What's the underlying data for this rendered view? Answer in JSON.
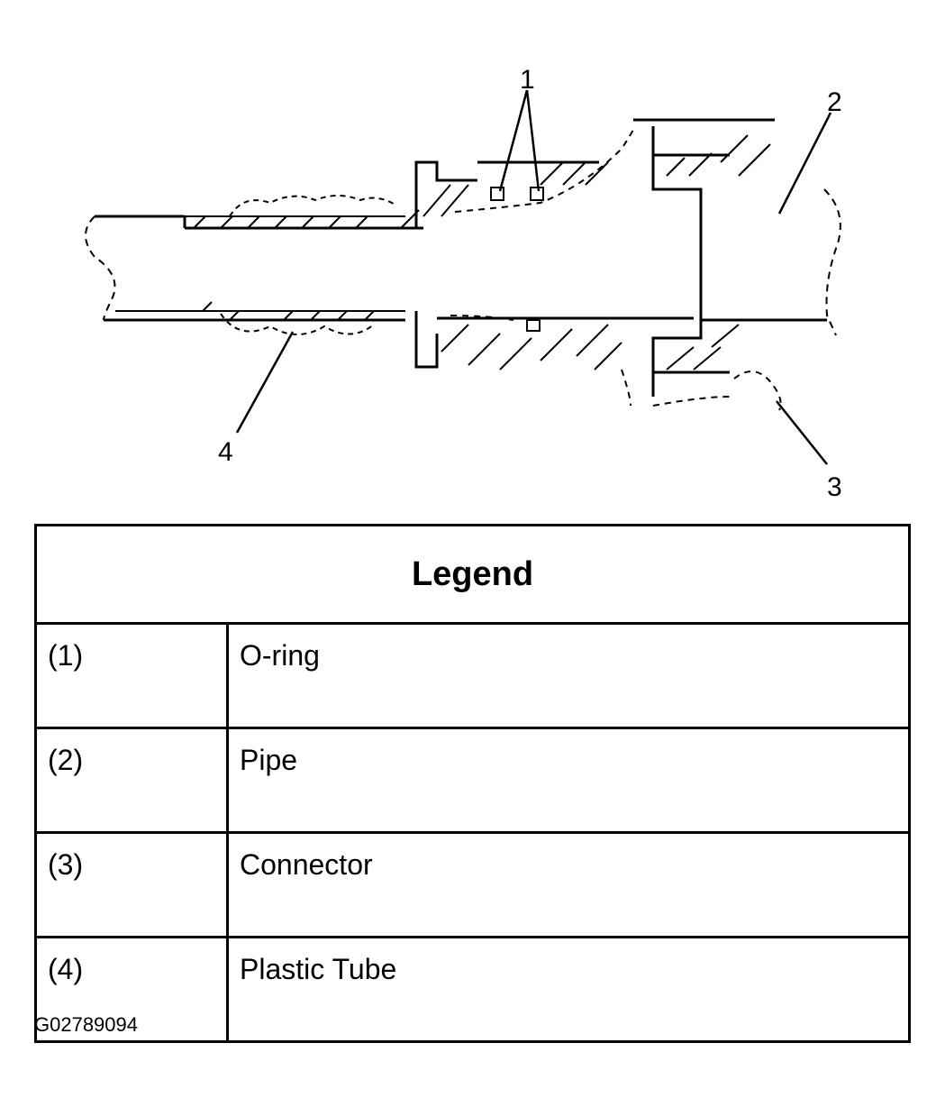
{
  "diagram": {
    "callouts": [
      "1",
      "2",
      "3",
      "4"
    ]
  },
  "legend": {
    "title": "Legend",
    "rows": [
      {
        "number": "(1)",
        "description": "O-ring"
      },
      {
        "number": "(2)",
        "description": "Pipe"
      },
      {
        "number": "(3)",
        "description": "Connector"
      },
      {
        "number": "(4)",
        "description": "Plastic Tube"
      }
    ]
  },
  "figure_id": "G02789094"
}
